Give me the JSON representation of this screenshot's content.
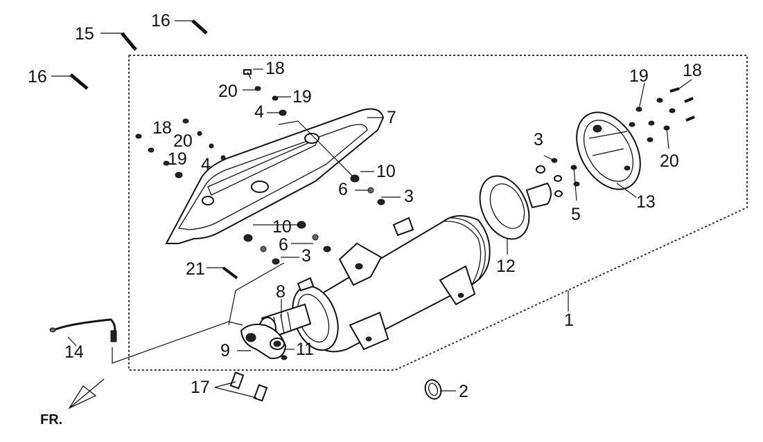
{
  "diagram": {
    "callouts": [
      {
        "id": "label-1",
        "text": "1"
      },
      {
        "id": "label-2",
        "text": "2"
      },
      {
        "id": "label-3a",
        "text": "3"
      },
      {
        "id": "label-3b",
        "text": "3"
      },
      {
        "id": "label-3c",
        "text": "3"
      },
      {
        "id": "label-4a",
        "text": "4"
      },
      {
        "id": "label-4b",
        "text": "4"
      },
      {
        "id": "label-5",
        "text": "5"
      },
      {
        "id": "label-6a",
        "text": "6"
      },
      {
        "id": "label-6b",
        "text": "6"
      },
      {
        "id": "label-7",
        "text": "7"
      },
      {
        "id": "label-8",
        "text": "8"
      },
      {
        "id": "label-9",
        "text": "9"
      },
      {
        "id": "label-10a",
        "text": "10"
      },
      {
        "id": "label-10b",
        "text": "10"
      },
      {
        "id": "label-11",
        "text": "11"
      },
      {
        "id": "label-12",
        "text": "12"
      },
      {
        "id": "label-13",
        "text": "13"
      },
      {
        "id": "label-14",
        "text": "14"
      },
      {
        "id": "label-15",
        "text": "15"
      },
      {
        "id": "label-16a",
        "text": "16"
      },
      {
        "id": "label-16b",
        "text": "16"
      },
      {
        "id": "label-17",
        "text": "17"
      },
      {
        "id": "label-18a",
        "text": "18"
      },
      {
        "id": "label-18b",
        "text": "18"
      },
      {
        "id": "label-18c",
        "text": "18"
      },
      {
        "id": "label-19a",
        "text": "19"
      },
      {
        "id": "label-19b",
        "text": "19"
      },
      {
        "id": "label-19c",
        "text": "19"
      },
      {
        "id": "label-20a",
        "text": "20"
      },
      {
        "id": "label-20b",
        "text": "20"
      },
      {
        "id": "label-20c",
        "text": "20"
      },
      {
        "id": "label-21",
        "text": "21"
      }
    ],
    "direction_marker": "FR."
  }
}
